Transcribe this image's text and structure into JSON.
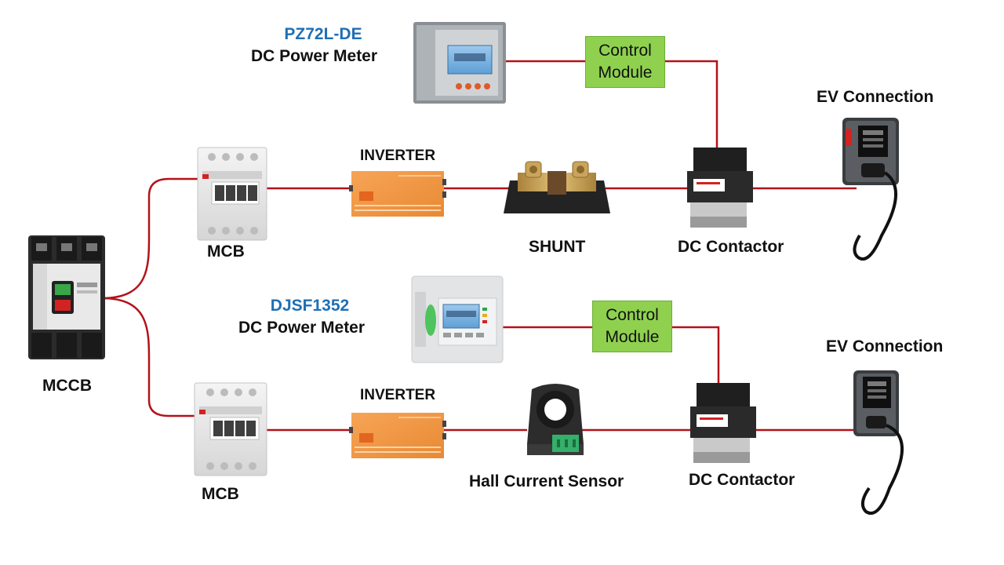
{
  "colors": {
    "wire": "#b3121a",
    "accent_blue": "#1f6fb5",
    "control_green": "#8fd14f",
    "inverter_orange": "#f39a46"
  },
  "labels": {
    "mccb": "MCCB",
    "mcb_top": "MCB",
    "mcb_bottom": "MCB",
    "inverter_top": "INVERTER",
    "inverter_bottom": "INVERTER",
    "shunt": "SHUNT",
    "hall_sensor": "Hall Current Sensor",
    "dc_contactor_top": "DC Contactor",
    "dc_contactor_bottom": "DC Contactor",
    "ev_top": "EV Connection",
    "ev_bottom": "EV Connection"
  },
  "meters": {
    "top": {
      "model": "PZ72L-DE",
      "name": "DC Power Meter"
    },
    "bottom": {
      "model": "DJSF1352",
      "name": "DC Power Meter"
    }
  },
  "control_modules": {
    "top": {
      "line1": "Control",
      "line2": "Module"
    },
    "bottom": {
      "line1": "Control",
      "line2": "Module"
    }
  },
  "icons": {
    "mccb": "molded-case-circuit-breaker-icon",
    "mcb": "miniature-circuit-breaker-icon",
    "inverter": "inverter-icon",
    "shunt": "shunt-resistor-icon",
    "hall": "hall-sensor-icon",
    "contactor": "dc-contactor-icon",
    "ev": "ev-charger-icon",
    "panel_meter": "panel-meter-icon",
    "din_meter": "din-rail-meter-icon"
  }
}
